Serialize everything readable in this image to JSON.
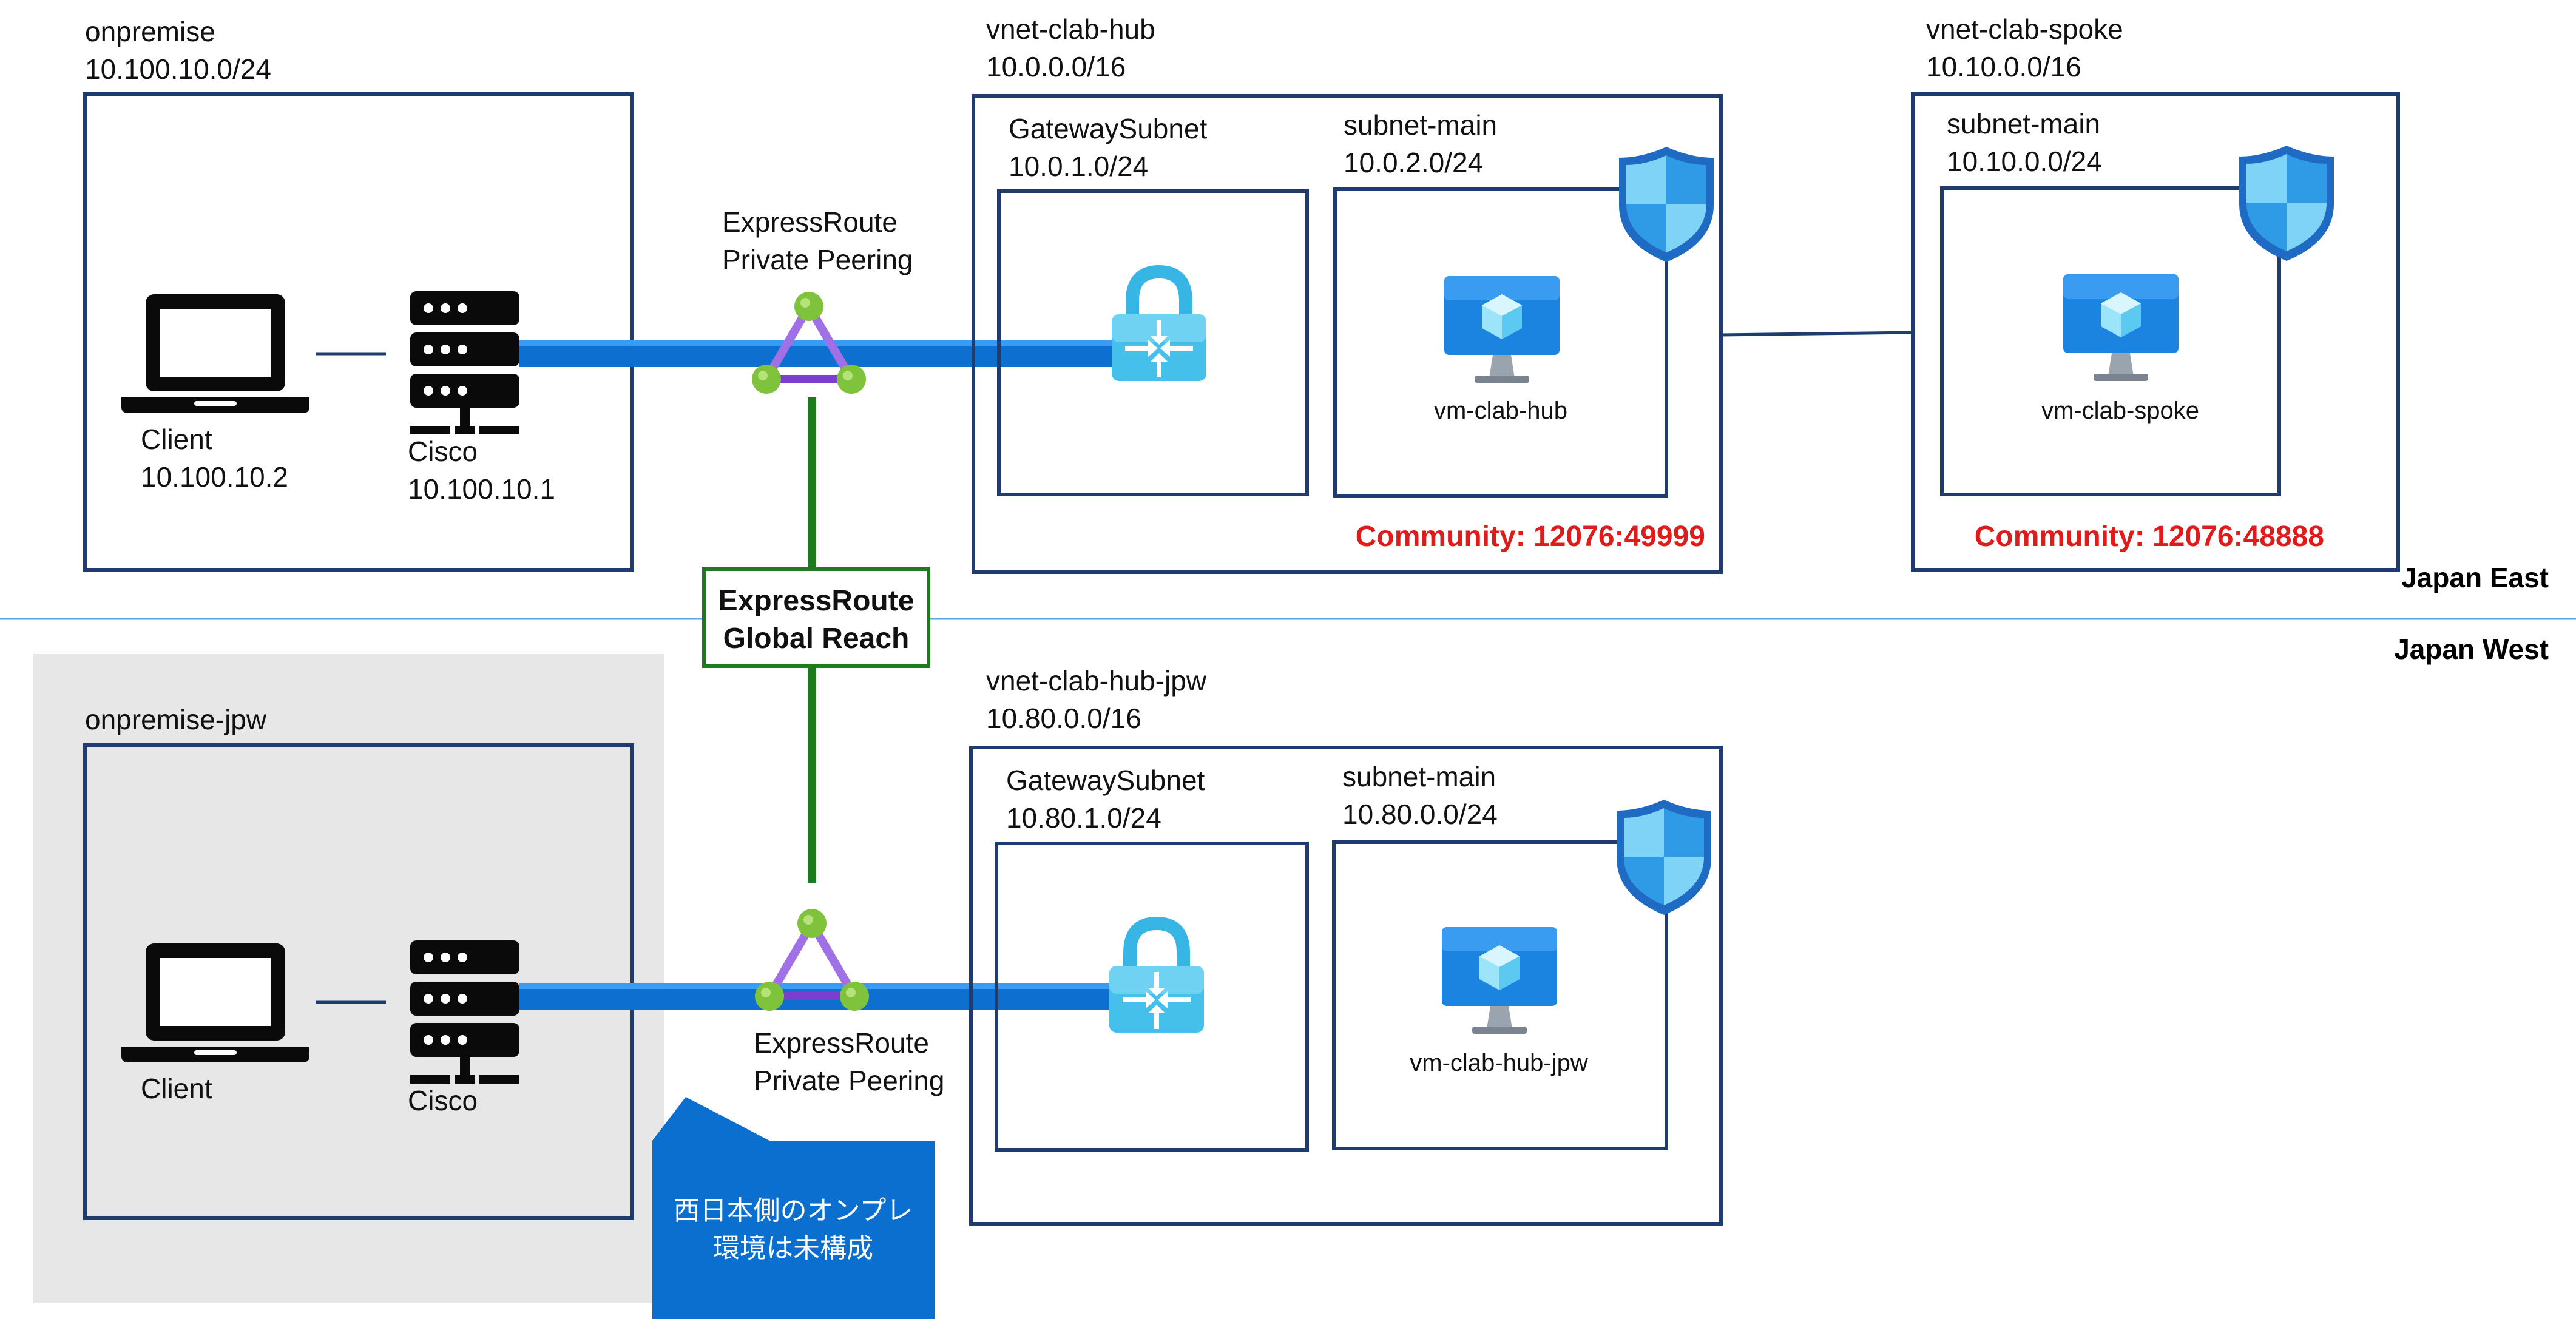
{
  "regions": {
    "east": "Japan East",
    "west": "Japan West"
  },
  "onpremise": {
    "name": "onpremise",
    "cidr": "10.100.10.0/24",
    "client_label": "Client",
    "client_ip": "10.100.10.2",
    "router_label": "Cisco",
    "router_ip": "10.100.10.1"
  },
  "onpremise_jpw": {
    "name": "onpremise-jpw",
    "client_label": "Client",
    "router_label": "Cisco",
    "callout_line1": "西日本側のオンプレ",
    "callout_line2": "環境は未構成"
  },
  "hub": {
    "name": "vnet-clab-hub",
    "cidr": "10.0.0.0/16",
    "gateway_subnet_name": "GatewaySubnet",
    "gateway_subnet_cidr": "10.0.1.0/24",
    "main_subnet_name": "subnet-main",
    "main_subnet_cidr": "10.0.2.0/24",
    "vm_name": "vm-clab-hub",
    "community": "Community: 12076:49999"
  },
  "spoke": {
    "name": "vnet-clab-spoke",
    "cidr": "10.10.0.0/16",
    "main_subnet_name": "subnet-main",
    "main_subnet_cidr": "10.10.0.0/24",
    "vm_name": "vm-clab-spoke",
    "community": "Community: 12076:48888"
  },
  "hub_jpw": {
    "name": "vnet-clab-hub-jpw",
    "cidr": "10.80.0.0/16",
    "gateway_subnet_name": "GatewaySubnet",
    "gateway_subnet_cidr": "10.80.1.0/24",
    "main_subnet_name": "subnet-main",
    "main_subnet_cidr": "10.80.0.0/24",
    "vm_name": "vm-clab-hub-jpw"
  },
  "expressroute_east": {
    "line1": "ExpressRoute",
    "line2": "Private Peering"
  },
  "expressroute_west": {
    "line1": "ExpressRoute",
    "line2": "Private Peering"
  },
  "global_reach": {
    "line1": "ExpressRoute",
    "line2": "Global Reach"
  },
  "colors": {
    "box_border": "#1f3c6e",
    "connection_blue": "#0d6fd0",
    "global_reach_green": "#1d7a1d",
    "community_red": "#e01b1b",
    "callout_blue": "#0b6fcf",
    "onprem_jpw_bg": "#e7e7e7",
    "region_divider": "#5aa6e0"
  },
  "icons": {
    "laptop": "laptop-icon",
    "server": "server-icon",
    "expressroute": "expressroute-icon",
    "gateway": "vpn-gateway-lock-icon",
    "vm": "virtual-machine-icon",
    "nsg": "network-security-shield-icon"
  }
}
